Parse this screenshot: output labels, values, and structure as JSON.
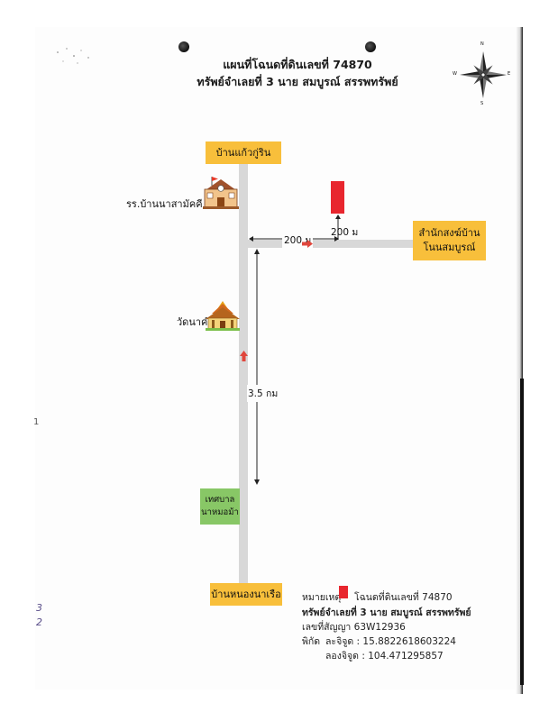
{
  "title_line1": "แผนที่โฉนดที่ดินเลขที่ 74870",
  "title_line2": "ทรัพย์จำเลยที่ 3 นาย สมบูรณ์ สรรพทรัพย์",
  "places": {
    "top": "บ้านแก้วกู่ริน",
    "school": "รร.บ้านนาสามัคคี",
    "temple": "วัดนาคำ",
    "monastery": "สำนักสงฆ์บ้าน\nโนนสมบูรณ์",
    "municipality": "เทศบาล\nนาหมอม้า",
    "bottom": "บ้านหนองนาเรือ"
  },
  "distances": {
    "north_to_parcel": "200 ม",
    "along_road": "200 ม",
    "main_road": "3.5 กม"
  },
  "compass": {
    "n": "N",
    "e": "E",
    "s": "S",
    "w": "W"
  },
  "legend": {
    "key_label": "หมายเหตุ",
    "parcel_label": "โฉนดที่ดินเลขที่ 74870",
    "owner": "ทรัพย์จำเลยที่ 3 นาย สมบูรณ์ สรรพทรัพย์",
    "contract": "เลขที่สัญญา  63W12936",
    "coords_label": "พิกัด",
    "lat": "ละจิจูด  :  15.8822618603224",
    "lon": "ลองจิจูด  :  104.471295857"
  },
  "margin_marks": {
    "m1": "2",
    "m2": "3",
    "m3": "1"
  },
  "colors": {
    "parcel": "#e8262e",
    "road": "#d8d8d8",
    "yellow": "#f8bf3b",
    "green": "#88c766",
    "arrow": "#e0463c"
  }
}
